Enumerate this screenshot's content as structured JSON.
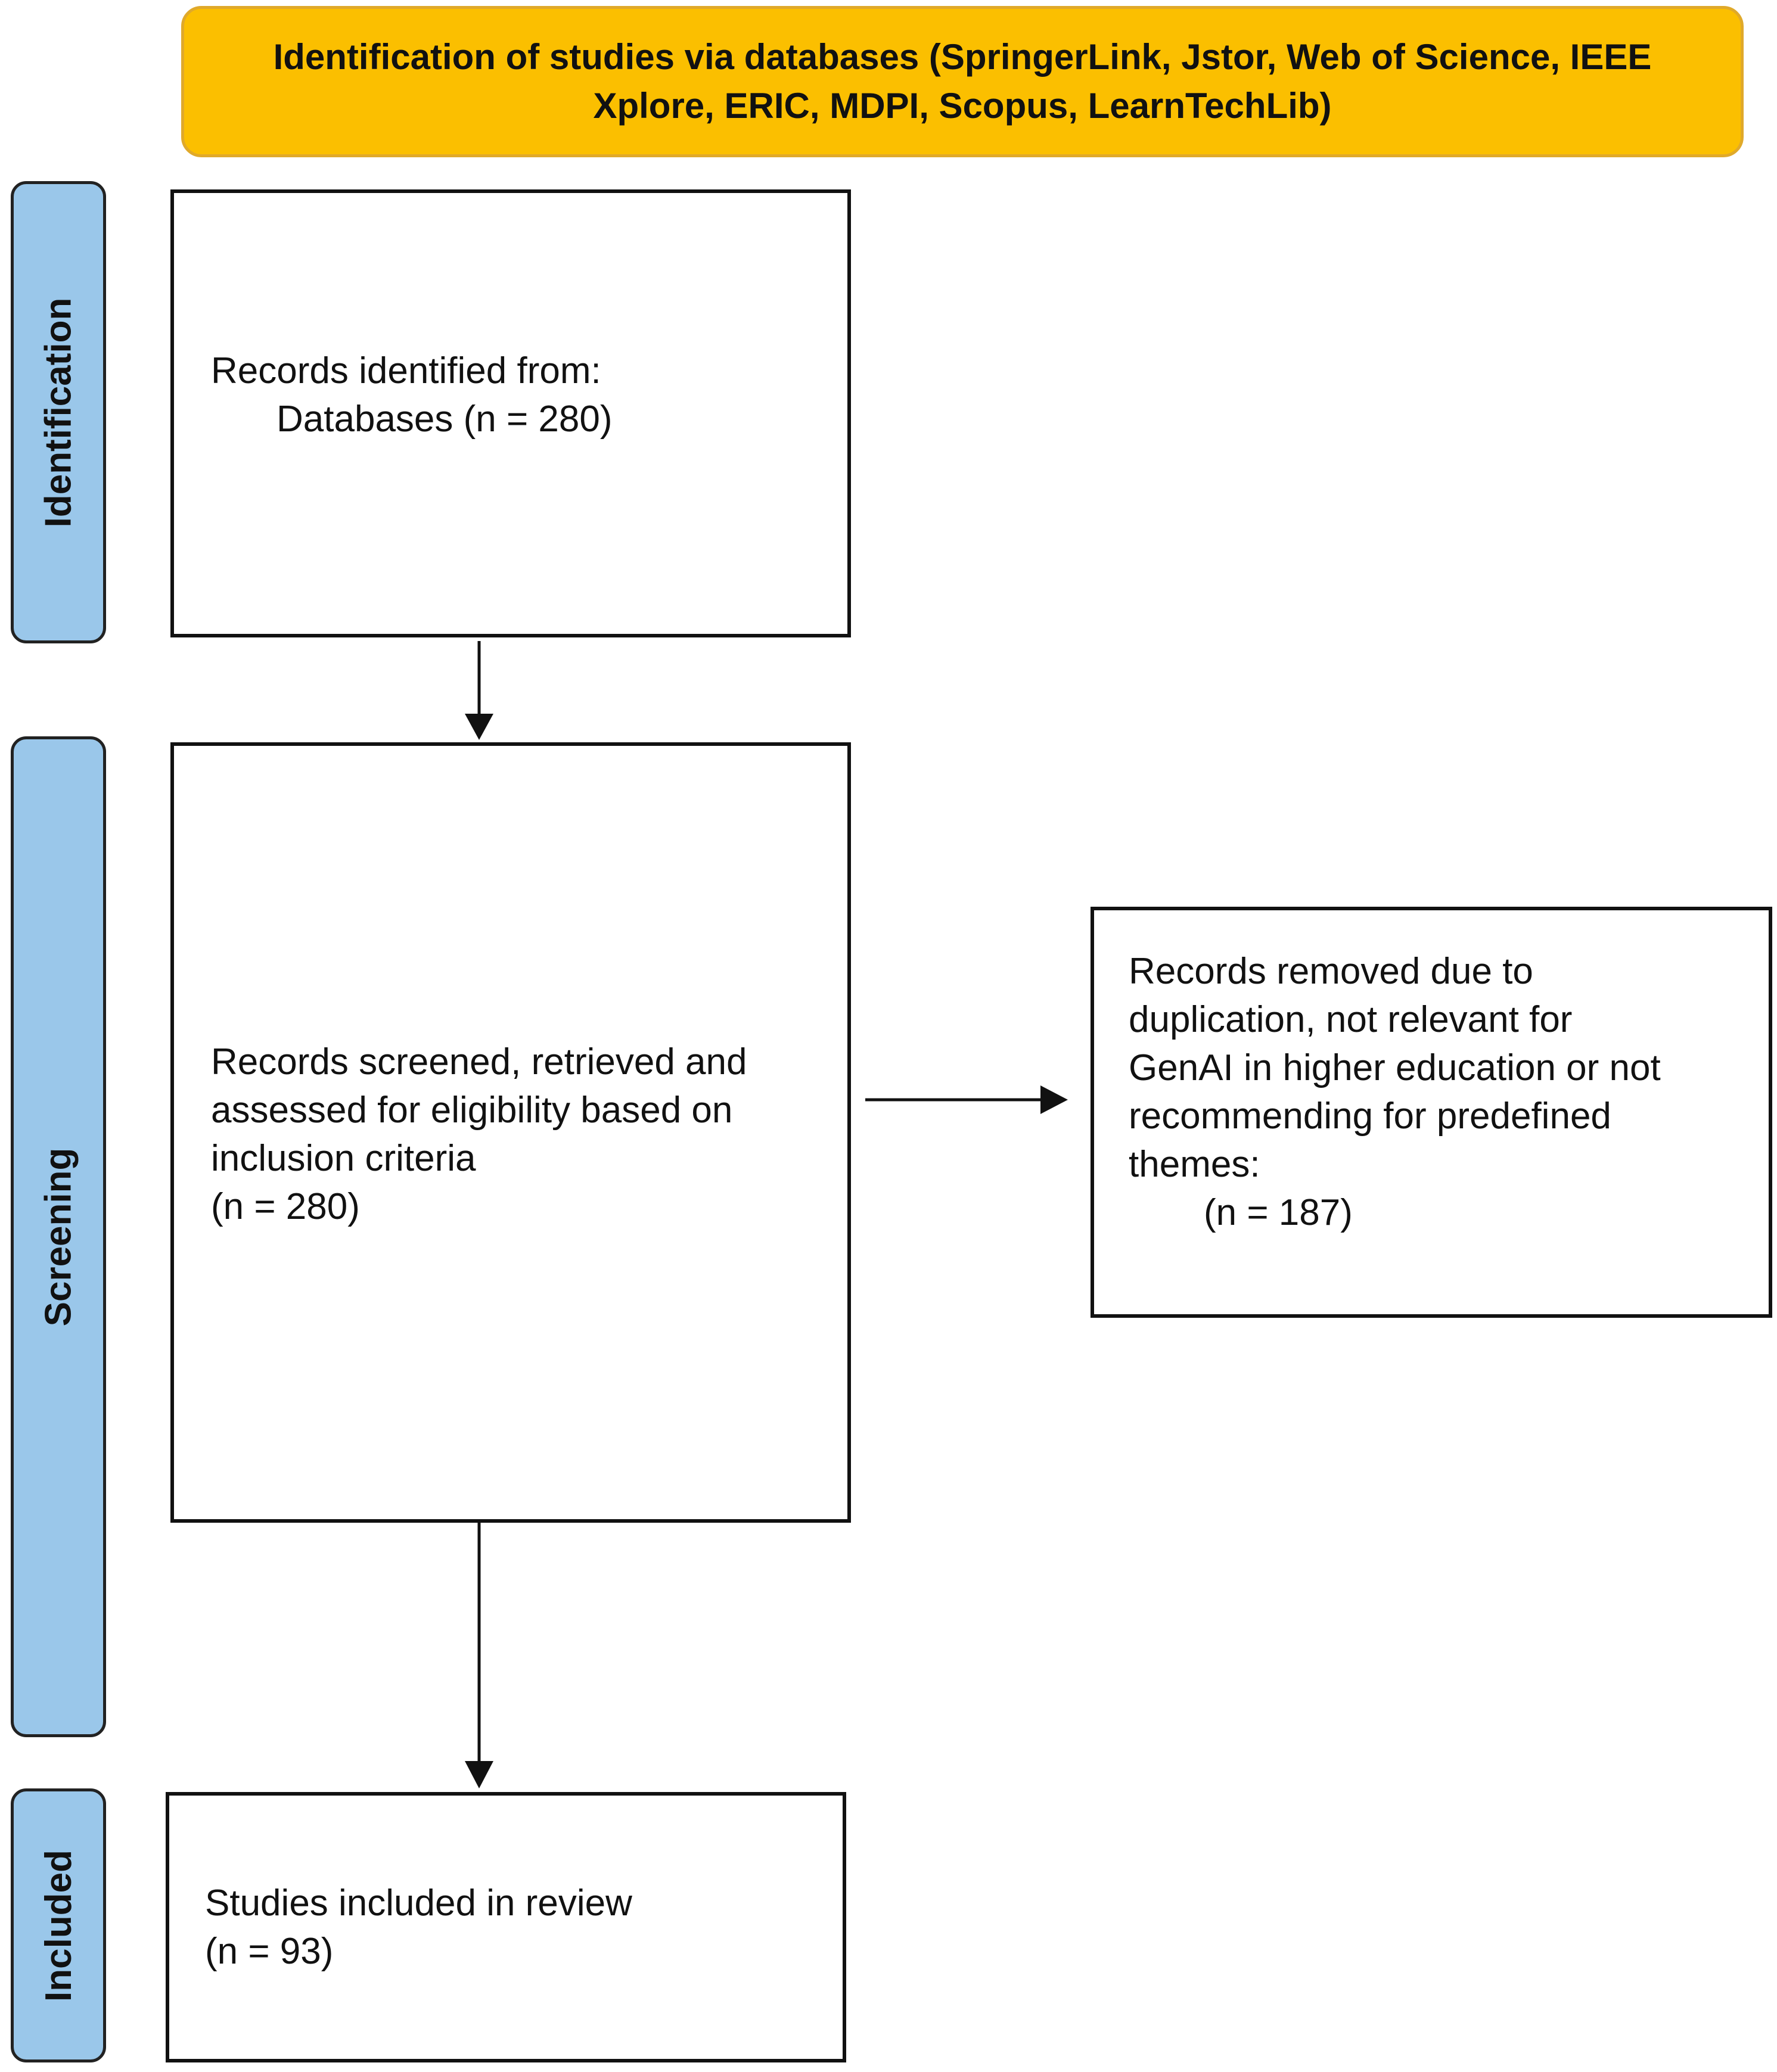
{
  "header": {
    "title": "Identification of studies via databases (SpringerLink, Jstor, Web of Science, IEEE Xplore, ERIC, MDPI, Scopus, LearnTechLib)",
    "color": "#fbbf00"
  },
  "stages": {
    "identification": "Identification",
    "screening": "Screening",
    "included": "Included",
    "color": "#9ac7ea"
  },
  "boxes": {
    "identified": {
      "line1": "Records identified from:",
      "line2": "Databases (n = 280)"
    },
    "screened": {
      "line1": "Records screened, retrieved and",
      "line2": "assessed for eligibility based on",
      "line3": "inclusion criteria",
      "line4": "(n = 280)"
    },
    "removed": {
      "line1": "Records removed due to",
      "line2": "duplication, not relevant for",
      "line3": "GenAI in higher education or not",
      "line4": "recommending for predefined",
      "line5": "themes:",
      "line6": "(n = 187)"
    },
    "included": {
      "line1": "Studies included in review",
      "line2": "(n = 93)"
    }
  }
}
